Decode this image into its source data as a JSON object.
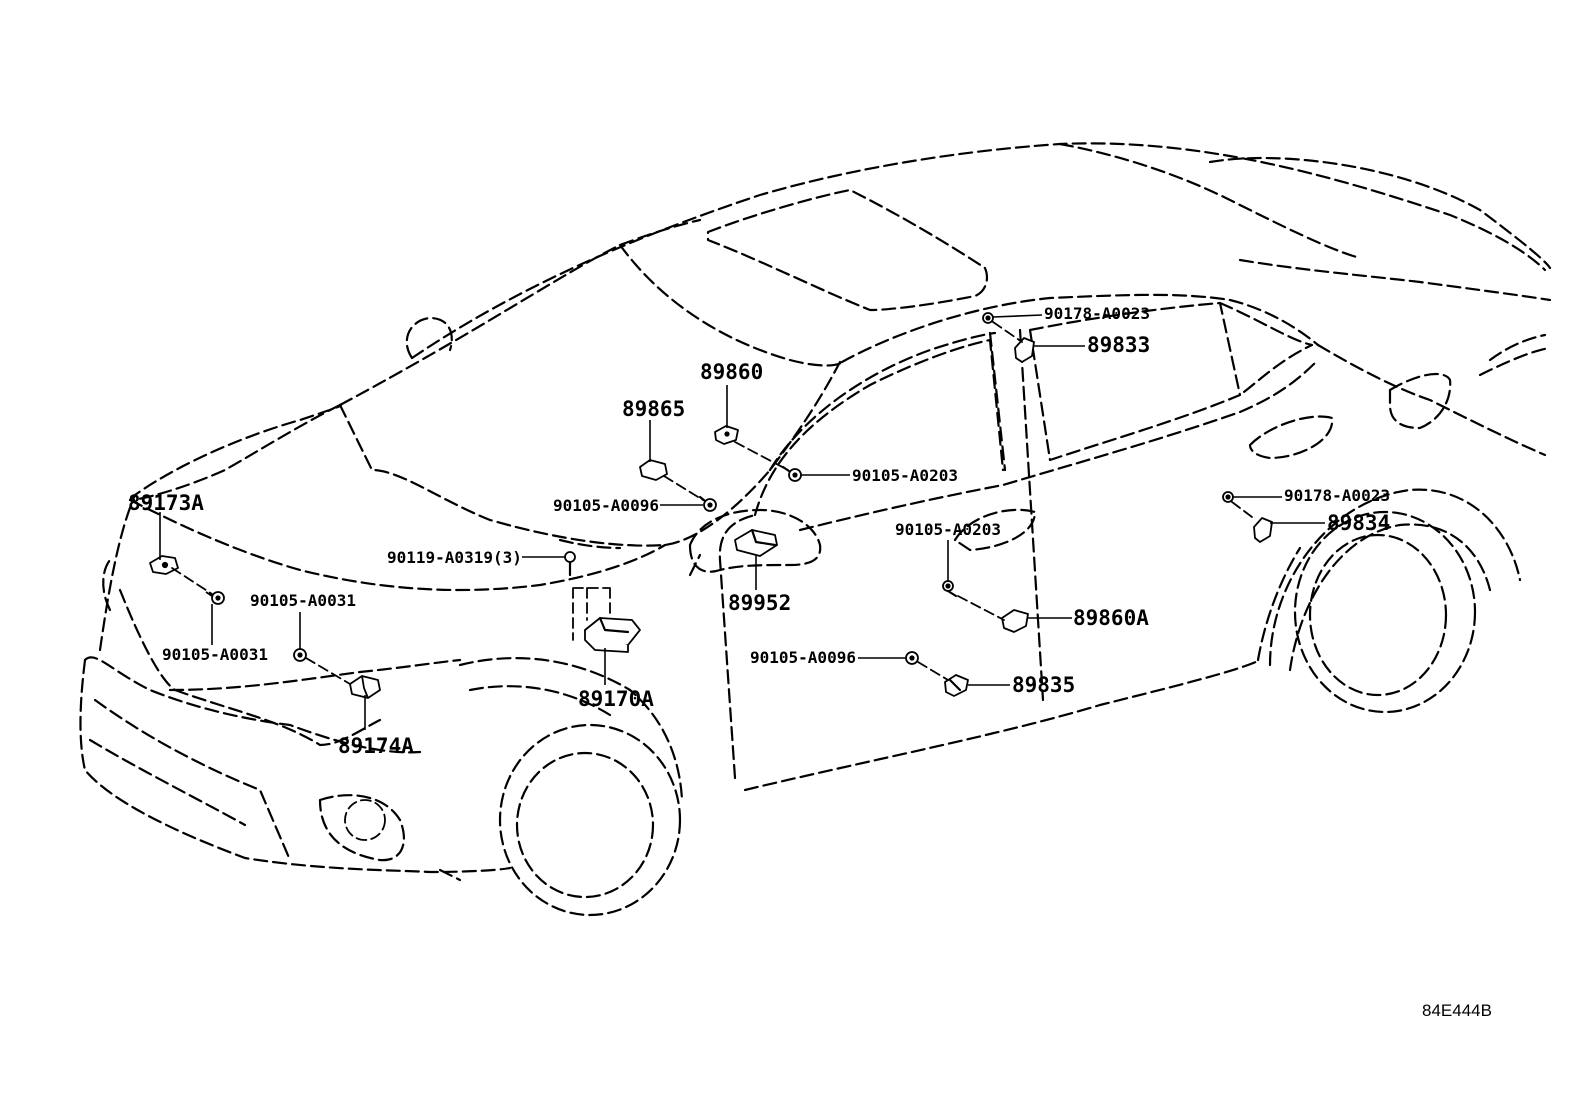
{
  "labels": {
    "p89173A": "89173A",
    "p90105A0031_a": "90105-A0031",
    "p90105A0031_b": "90105-A0031",
    "p89174A": "89174A",
    "p90119A0319": "90119-A0319(3)",
    "p89170A": "89170A",
    "p89865": "89865",
    "p90105A0096_a": "90105-A0096",
    "p89860": "89860",
    "p90105A0203_a": "90105-A0203",
    "p89952": "89952",
    "p90178A0023_a": "90178-A0023",
    "p89833": "89833",
    "p90105A0203_b": "90105-A0203",
    "p89860A": "89860A",
    "p90105A0096_b": "90105-A0096",
    "p89835": "89835",
    "p90178A0023_b": "90178-A0023",
    "p89834": "89834"
  },
  "illustration_code": "84E444B"
}
